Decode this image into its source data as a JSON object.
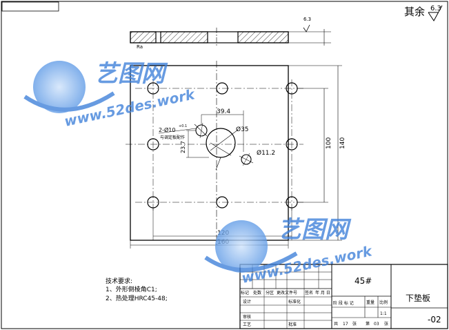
{
  "roughness": {
    "prefix": "其余",
    "value": "6.3"
  },
  "section_roughness": {
    "left": "Ra",
    "right": "6.3"
  },
  "dimensions": {
    "d_top": "39.4",
    "d_center": "Ø35",
    "d_small": "Ø11.2",
    "d_holes": "2-Ø10",
    "d_holes_sup": "+0.1",
    "d_holes_note": "与调定板配作",
    "d_vert_small": "23.7",
    "d_height_inner": "100",
    "d_height_outer": "140",
    "d_width_inner": "120",
    "d_width_outer": "160"
  },
  "notes": {
    "title": "技术要求:",
    "item1": "1、外形倒棱角C1;",
    "item2": "2、热处理HRC45-48;"
  },
  "title_block": {
    "material": "45#",
    "part_name": "下垫板",
    "drawing_no": "-02",
    "hdr_mark": "标记",
    "hdr_count": "处数",
    "hdr_zone": "分区",
    "hdr_change": "更改文件号",
    "hdr_sign": "签名",
    "hdr_date": "年 月 日",
    "design": "设计",
    "std": "标准化",
    "review": "审核",
    "process": "工艺",
    "approve": "批准",
    "stage": "阶 段 标 记",
    "weight": "重量",
    "scale": "比例",
    "scale_value": "1:1",
    "total_label": "共",
    "total_sheets": "17",
    "sheet_unit": "张",
    "sheet_label": "第",
    "sheet_no": "03",
    "sheet_unit2": "张"
  },
  "watermark": {
    "logo": "艺图网",
    "url": "www.52des.work"
  },
  "colors": {
    "line": "#000000",
    "watermark": "#3d7fd9"
  }
}
